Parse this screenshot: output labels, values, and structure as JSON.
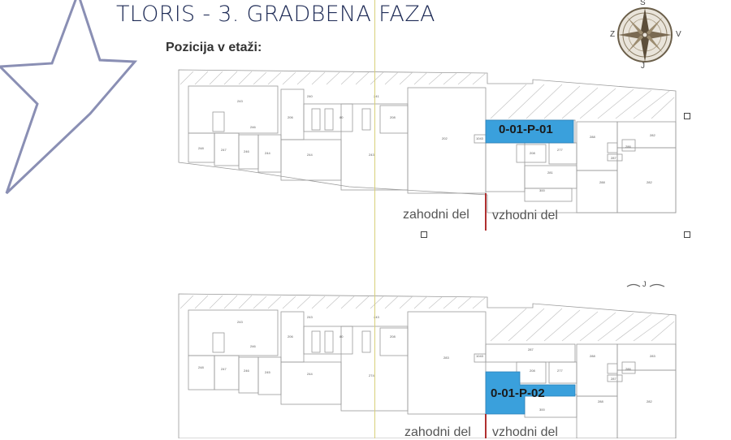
{
  "header": {
    "title": "TLORIS - 3. GRADBENA FAZA",
    "subtitle": "Pozicija v etaži:"
  },
  "compass": {
    "north": "S",
    "south": "J",
    "east": "V",
    "west": "Z",
    "lower_marker": "J"
  },
  "plans": [
    {
      "unit_label": "0-01-P-01",
      "divider_left": "zahodni del",
      "divider_right": "vzhodni del",
      "highlight_color": "#3aa0dc"
    },
    {
      "unit_label": "0-01-P-02",
      "divider_left": "zahodni del",
      "divider_right": "vzhodni del",
      "highlight_color": "#3aa0dc"
    }
  ]
}
